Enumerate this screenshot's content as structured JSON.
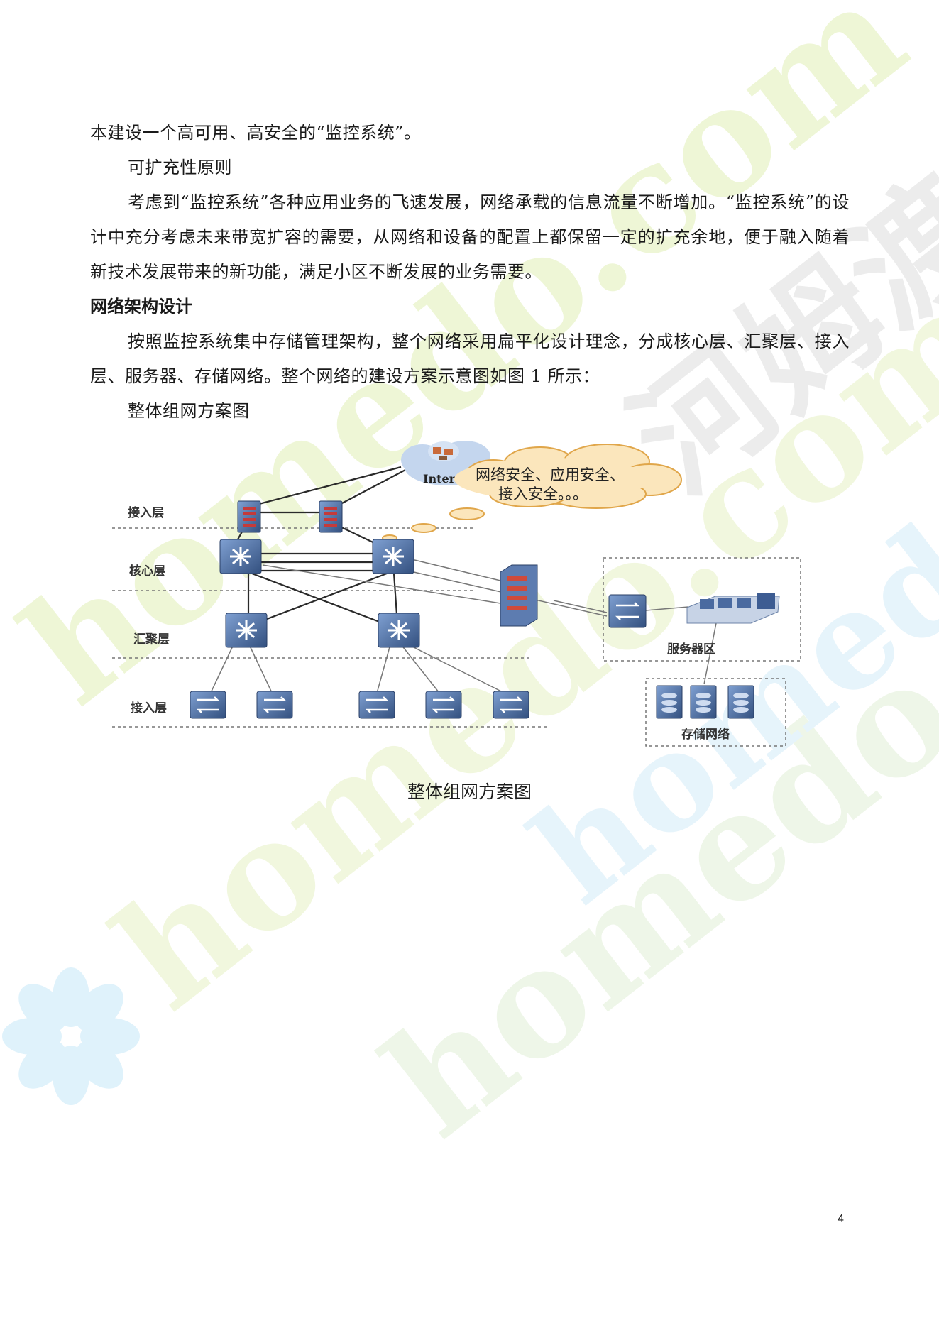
{
  "doc": {
    "paragraph_1": "本建设一个高可用、高安全的“监控系统”。",
    "paragraph_2": "可扩充性原则",
    "paragraph_3": "考虑到“监控系统”各种应用业务的飞速发展，网络承载的信息流量不断增加。“监控系统”的设计中充分考虑未来带宽扩容的需要，从网络和设备的配置上都保留一定的扩充余地，便于融入随着新技术发展带来的新功能，满足小区不断发展的业务需要。",
    "heading_1": "网络架构设计",
    "paragraph_4": "按照监控系统集中存储管理架构，整个网络采用扁平化设计理念，分成核心层、汇聚层、接入层、服务器、存储网络。整个网络的建设方案示意图如图 1 所示：",
    "paragraph_5": "整体组网方案图",
    "figure_caption": "整体组网方案图",
    "page_number": "4"
  },
  "diagram": {
    "layer_top_access": "接入层",
    "layer_core": "核心层",
    "layer_aggregation": "汇聚层",
    "layer_bottom_access": "接入层",
    "internet_label": "Internet",
    "security_cloud_line1": "网络安全、应用安全、",
    "security_cloud_line2": "接入安全。。。",
    "server_zone_label": "服务器区",
    "storage_label": "存储网络"
  },
  "watermark": {
    "text_en": "homedo.com",
    "text_cn": "河姆渡"
  },
  "colors": {
    "device_blue": "#3e5d92",
    "cloud_fill": "#fbe6bc",
    "cloud_stroke": "#e0a64a",
    "internet_cloud": "#c4d6ee",
    "watermark_green": "#eef6d6",
    "watermark_blue": "#e2f3fb",
    "watermark_gray": "#eeeeee"
  }
}
